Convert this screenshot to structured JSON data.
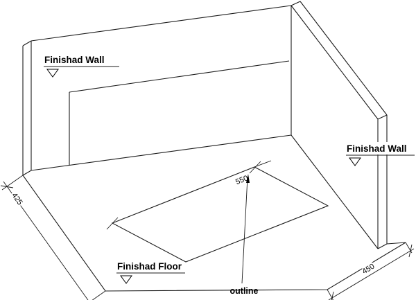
{
  "drawing": {
    "labels": {
      "left_wall": "Finishad Wall",
      "right_wall": "Finishad Wall",
      "floor": "Finishad Floor",
      "outline": "outline"
    },
    "dimensions": {
      "floor_left_edge": "425",
      "outline_edge": "550",
      "floor_right_edge": "450"
    },
    "colors": {
      "line": "#1b1b1b",
      "background": "#ffffff",
      "text": "#000000"
    }
  }
}
